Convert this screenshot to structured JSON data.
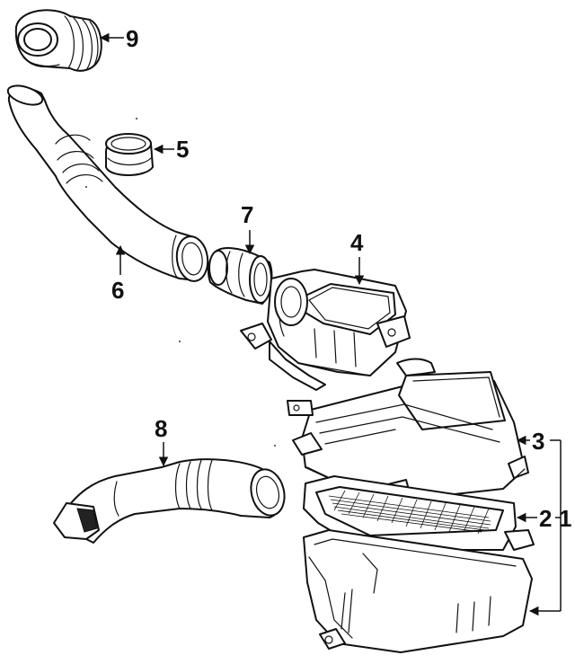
{
  "diagram": {
    "callouts": {
      "part_1": "1",
      "part_2": "2",
      "part_3": "3",
      "part_4": "4",
      "part_5": "5",
      "part_6": "6",
      "part_7": "7",
      "part_8": "8",
      "part_9": "9"
    }
  }
}
